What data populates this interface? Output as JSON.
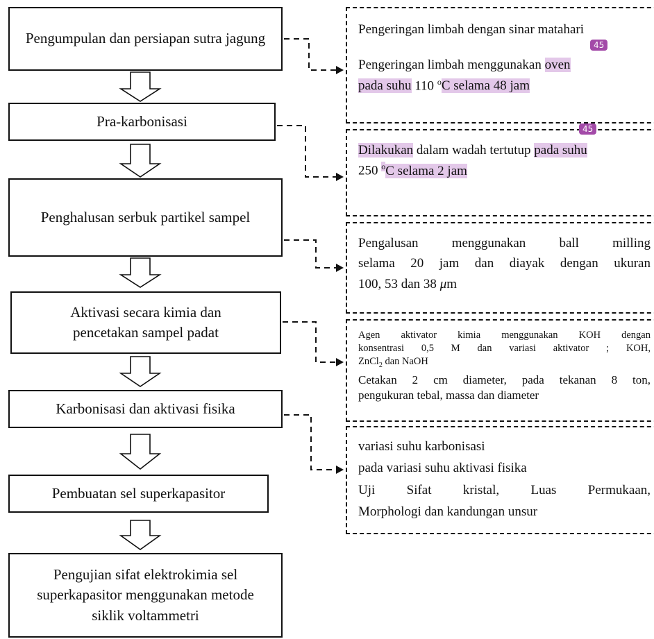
{
  "steps": [
    "Pengumpulan dan persiapan sutra jagung",
    "Pra-karbonisasi",
    "Penghalusan serbuk partikel sampel",
    "Aktivasi secara kimia dan pencetakan sampel padat",
    "Karbonisasi dan aktivasi fisika",
    "Pembuatan sel superkapasitor",
    "Pengujian sifat elektrokimia sel superkapasitor menggunakan metode siklik voltammetri"
  ],
  "notes": {
    "n1": {
      "line1": "Pengeringan limbah dengan sinar matahari",
      "line2a": "Pengeringan limbah menggunakan ",
      "line2b": "oven",
      "line3a": "pada suhu",
      "line3b": " 110 ",
      "line3c": "o",
      "line3d": "C selama 48 jam"
    },
    "n2": {
      "part1": "Dilakukan",
      "part2": " dalam wadah tertutup ",
      "part3": "pada suhu",
      "part4": "250 ",
      "part5": "o",
      "part6": "C selama 2 jam"
    },
    "n3": {
      "line1": "Pengalusan menggunakan ball milling",
      "line2": "selama 20 jam dan diayak dengan ukuran",
      "line3a": "100, 53 dan 38 ",
      "line3b": "μ",
      "line3c": "m"
    },
    "n4": {
      "line1": "Agen aktivator kimia menggunakan KOH dengan",
      "line2": "konsentrasi 0,5 M dan variasi aktivator ; KOH,",
      "line3a": "ZnCl",
      "line3b": "2",
      "line3c": " dan NaOH",
      "line4": "Cetakan 2 cm diameter, pada tekanan 8 ton,",
      "line5": "pengukuran tebal, massa dan diameter"
    },
    "n5": {
      "line1": "variasi suhu  karbonisasi",
      "line2": "pada variasi suhu aktivasi fisika",
      "line3": "Uji Sifat kristal, Luas Permukaan,",
      "line4": "Morphologi dan kandungan unsur"
    }
  },
  "badges": [
    "45",
    "45"
  ]
}
